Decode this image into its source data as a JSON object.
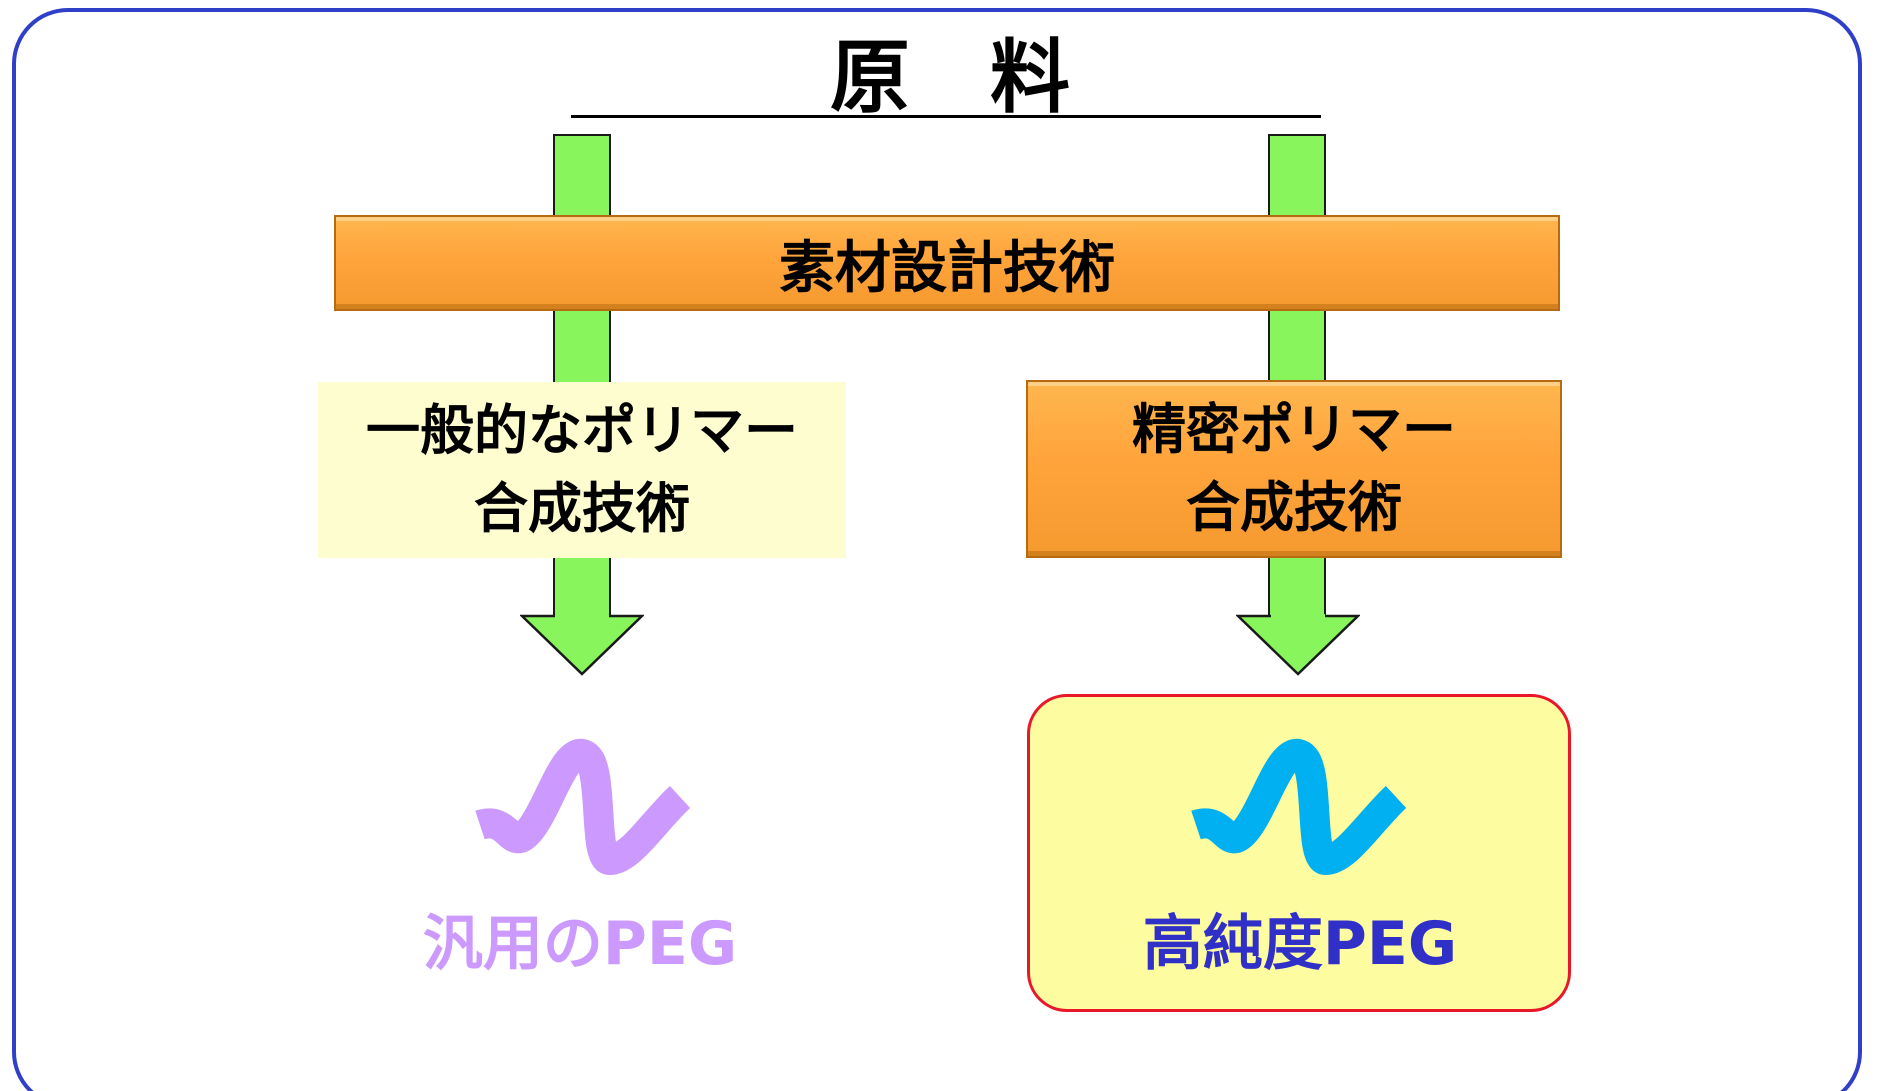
{
  "title": "原　料",
  "design_bar": {
    "label": "素材設計技術"
  },
  "left_path": {
    "process_line1": "一般的なポリマー",
    "process_line2": "合成技術",
    "product_label": "汎用のPEG",
    "product_color": "#cc99ff"
  },
  "right_path": {
    "process_line1": "精密ポリマー",
    "process_line2": "合成技術",
    "product_label": "高純度PEG",
    "product_color": "#00b0f0",
    "label_color": "#3030c8",
    "highlight_fill": "#fefca0",
    "highlight_border": "#e8172a"
  },
  "colors": {
    "frame": "#2f3fc8",
    "arrow": "#88f55c",
    "orange": "#ffa43b",
    "pale_box": "#fdfdd0"
  }
}
